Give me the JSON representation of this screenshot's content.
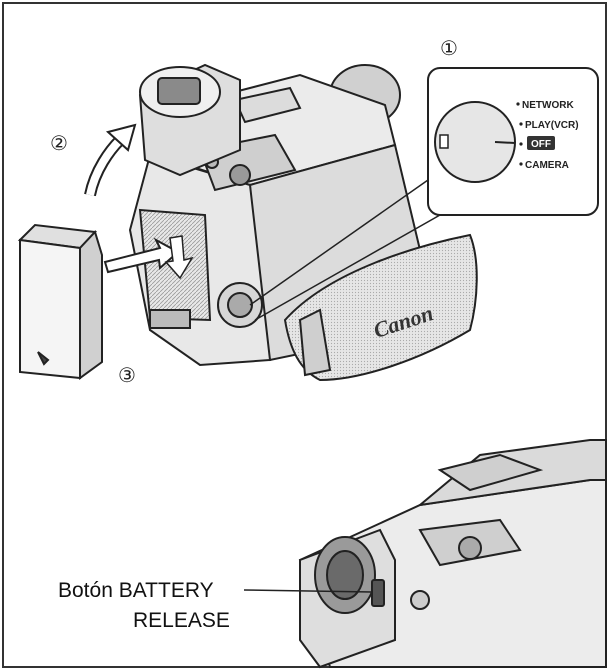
{
  "steps": [
    "①",
    "②",
    "③"
  ],
  "mode_dial": {
    "modes": [
      "NETWORK",
      "PLAY(VCR)",
      "OFF",
      "CAMERA"
    ],
    "selected": "OFF"
  },
  "brand_label": "Canon",
  "callout": {
    "line1": "Botón BATTERY",
    "line2": "RELEASE"
  }
}
